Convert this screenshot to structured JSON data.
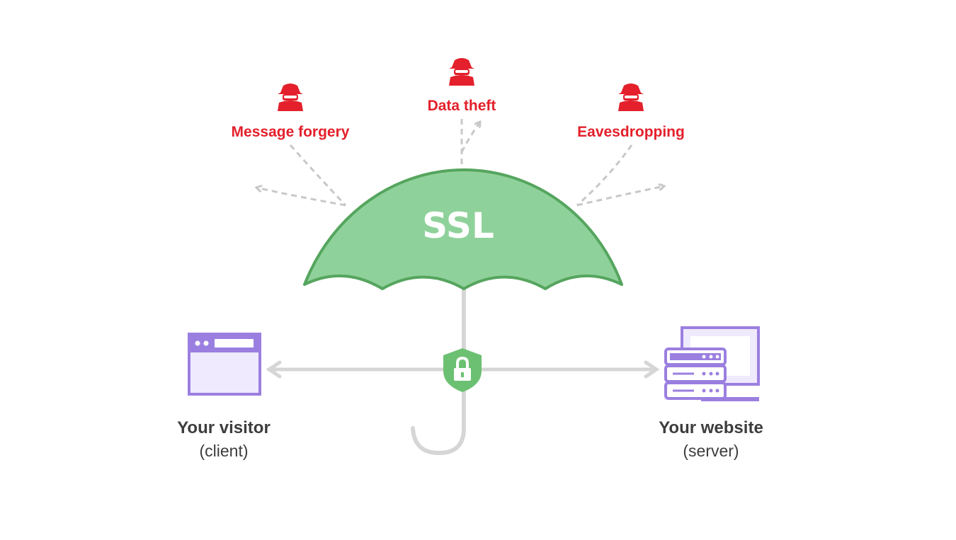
{
  "umbrella": {
    "label": "SSL",
    "canopy_fill": "#8fd19a",
    "canopy_stroke": "#55a55e",
    "shaft_color": "#d6d6d6",
    "lock_shield_color": "#6cc072"
  },
  "threats": [
    {
      "label": "Message forgery",
      "icon": "hacker-icon"
    },
    {
      "label": "Data theft",
      "icon": "hacker-icon"
    },
    {
      "label": "Eavesdropping",
      "icon": "hacker-icon"
    }
  ],
  "threat_color": "#e3202b",
  "client": {
    "title": "Your visitor",
    "subtitle": "(client)",
    "icon": "browser-window-icon"
  },
  "server": {
    "title": "Your website",
    "subtitle": "(server)",
    "icon": "server-computer-icon"
  },
  "device_color": "#9b7fe0",
  "device_fill": "#efeafd"
}
